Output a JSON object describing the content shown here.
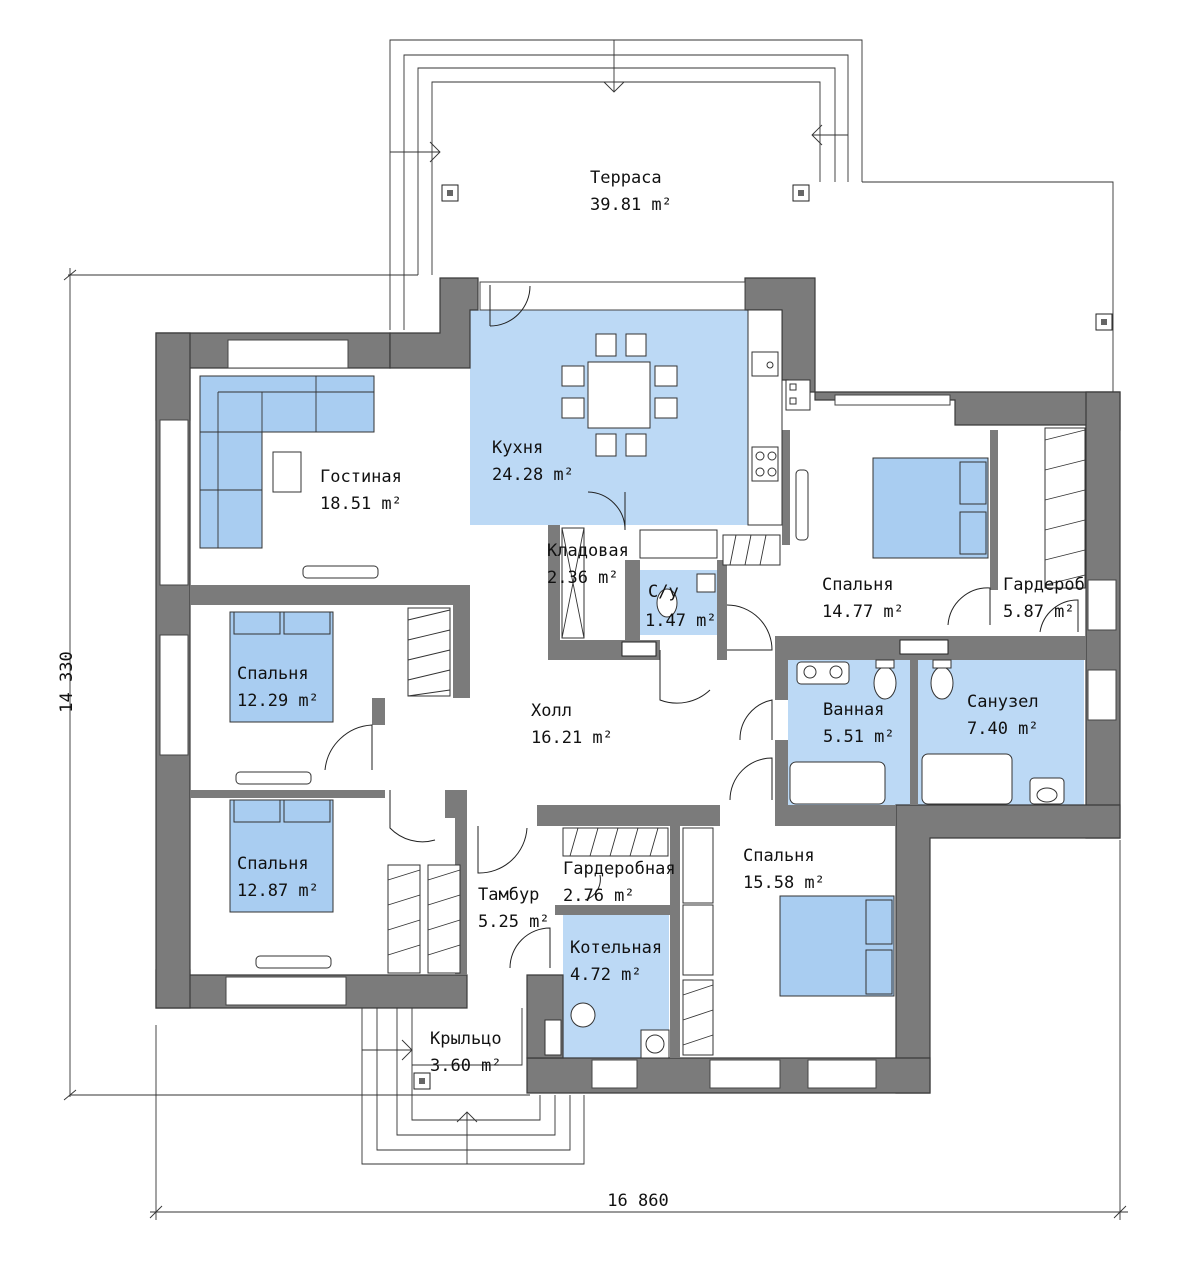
{
  "rooms": [
    {
      "name": "Терраса",
      "area": "39.81 m²"
    },
    {
      "name": "Гостиная",
      "area": "18.51 m²"
    },
    {
      "name": "Кухня",
      "area": "24.28 m²"
    },
    {
      "name": "Кладовая",
      "area": "2.36 m²"
    },
    {
      "name": "С/у",
      "area": "1.47 m²"
    },
    {
      "name": "Спальня",
      "area": "14.77 m²"
    },
    {
      "name": "Гардероб",
      "area": "5.87 m²"
    },
    {
      "name": "Спальня",
      "area": "12.29 m²"
    },
    {
      "name": "Холл",
      "area": "16.21 m²"
    },
    {
      "name": "Ванная",
      "area": "5.51 m²"
    },
    {
      "name": "Санузел",
      "area": "7.40 m²"
    },
    {
      "name": "Спальня",
      "area": "12.87 m²"
    },
    {
      "name": "Гардеробная",
      "area": "2.76 m²"
    },
    {
      "name": "Тамбур",
      "area": "5.25 m²"
    },
    {
      "name": "Котельная",
      "area": "4.72 m²"
    },
    {
      "name": "Спальня",
      "area": "15.58 m²"
    },
    {
      "name": "Крыльцо",
      "area": "3.60 m²"
    }
  ],
  "dimensions": {
    "height": "14 330",
    "width": "16 860"
  },
  "colors": {
    "wall": "#7b7b7b",
    "highlight": "#bcd9f5"
  }
}
